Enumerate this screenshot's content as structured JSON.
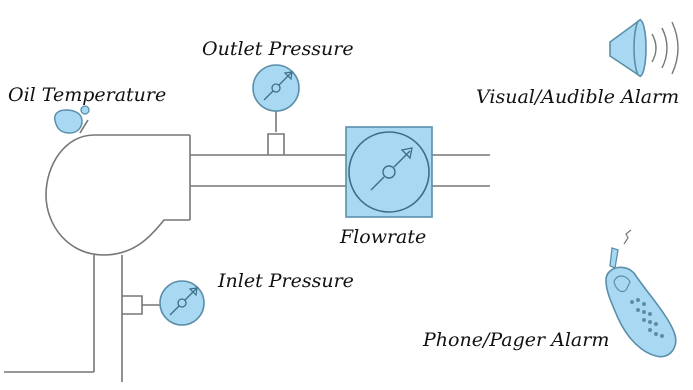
{
  "colors": {
    "line": "#777777",
    "gauge_fill": "#a9d9f2",
    "gauge_stroke": "#5a8faa",
    "text": "#111111"
  },
  "labels": {
    "oil_temperature": "Oil Temperature",
    "outlet_pressure": "Outlet Pressure",
    "flowrate": "Flowrate",
    "inlet_pressure": "Inlet Pressure",
    "visual_audible_alarm": "Visual/Audible Alarm",
    "phone_pager_alarm": "Phone/Pager Alarm"
  },
  "icons": {
    "alarm": "speaker-icon",
    "phone": "mobile-phone-icon"
  }
}
